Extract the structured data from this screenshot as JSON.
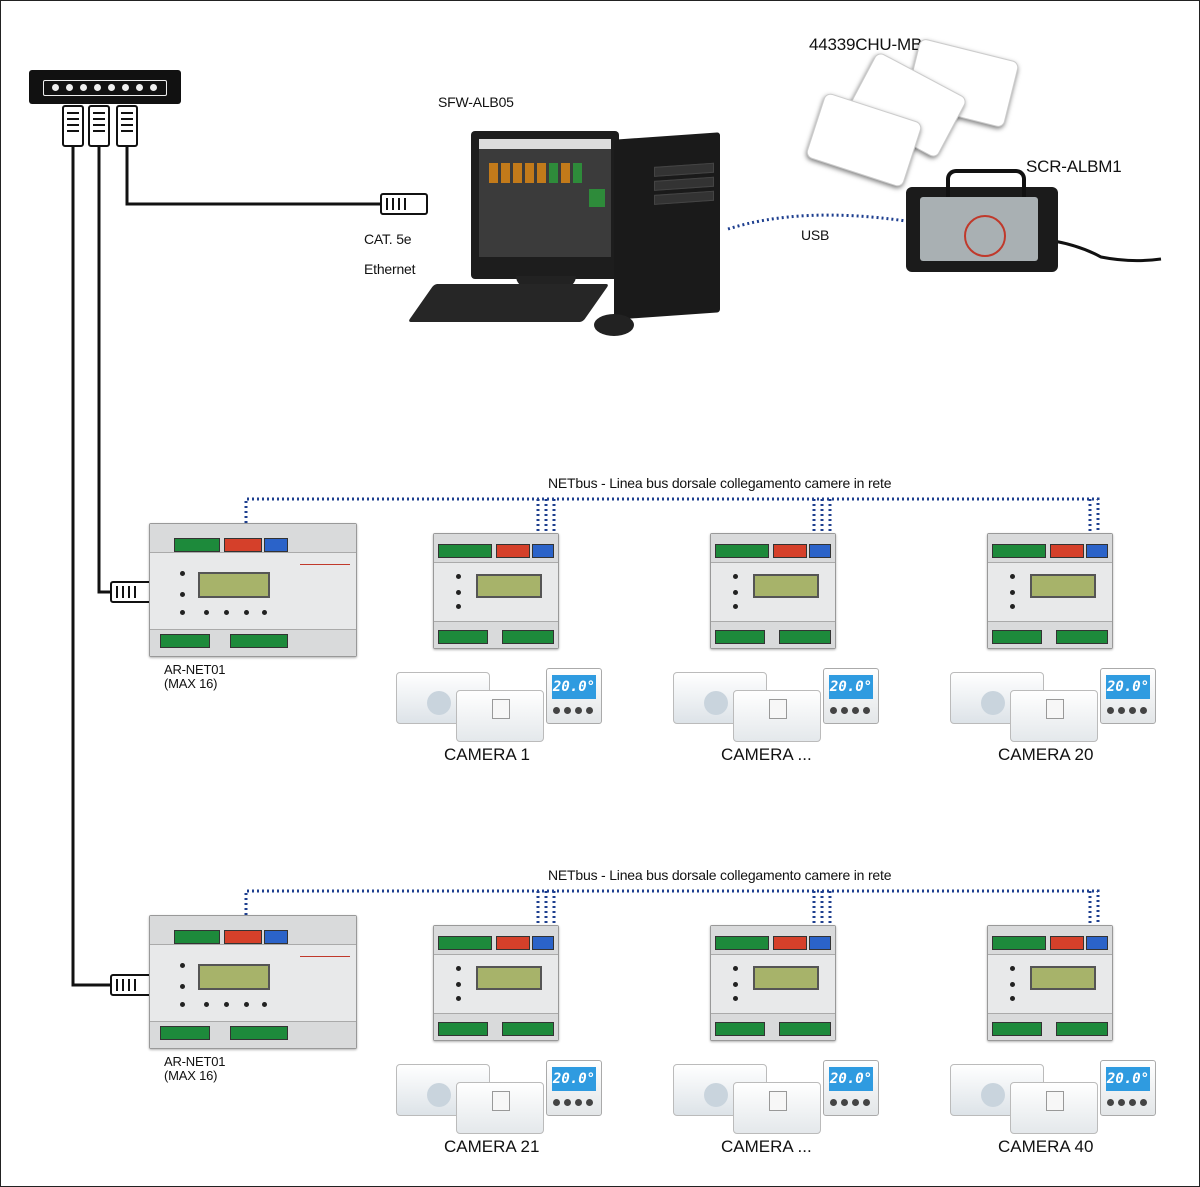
{
  "labels": {
    "software": "SFW-ALB05",
    "cards": "44339CHU-MB",
    "reader": "SCR-ALBM1",
    "cable_type": "CAT. 5e",
    "network": "Ethernet",
    "usb": "USB",
    "bus_line": "NETbus - Linea bus dorsale collegamento camere in rete",
    "gateway_model": "AR-NET01",
    "gateway_limit": "(MAX 16)",
    "thermostat_reading": "20.0°"
  },
  "group1": {
    "rooms": [
      {
        "name": "CAMERA 1"
      },
      {
        "name": "CAMERA ..."
      },
      {
        "name": "CAMERA 20"
      }
    ]
  },
  "group2": {
    "rooms": [
      {
        "name": "CAMERA 21"
      },
      {
        "name": "CAMERA ..."
      },
      {
        "name": "CAMERA 40"
      }
    ]
  },
  "colors": {
    "bus_dots": "#1e3f8f",
    "cable": "#111111",
    "terminal_green": "#1d8a3b",
    "terminal_red": "#d5402a",
    "terminal_blue": "#2b63c9",
    "thermostat_display": "#2f9be0"
  }
}
